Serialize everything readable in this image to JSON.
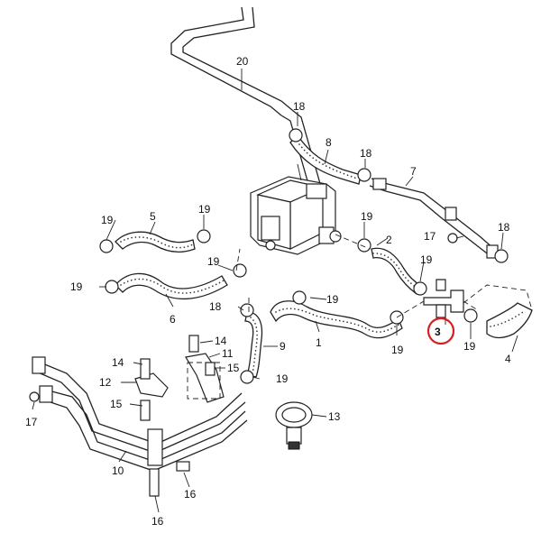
{
  "callouts": {
    "c1": "1",
    "c2": "2",
    "c3": "3",
    "c4": "4",
    "c5": "5",
    "c6": "6",
    "c7": "7",
    "c8": "8",
    "c9": "9",
    "c10": "10",
    "c11": "11",
    "c12": "12",
    "c13": "13",
    "c14": "14",
    "c15a": "15",
    "c15b": "15",
    "c16a": "16",
    "c16b": "16",
    "c17a": "17",
    "c17b": "17",
    "c18a": "18",
    "c18b": "18",
    "c18c": "18",
    "c18d": "18",
    "c19a": "19",
    "c19b": "19",
    "c19c": "19",
    "c19d": "19",
    "c19e": "19",
    "c19f": "19",
    "c19g": "19",
    "c19h": "19",
    "c19i": "19",
    "c19j": "19",
    "c20": "20"
  },
  "highlight": {
    "label": "3",
    "color": "#d42020"
  }
}
